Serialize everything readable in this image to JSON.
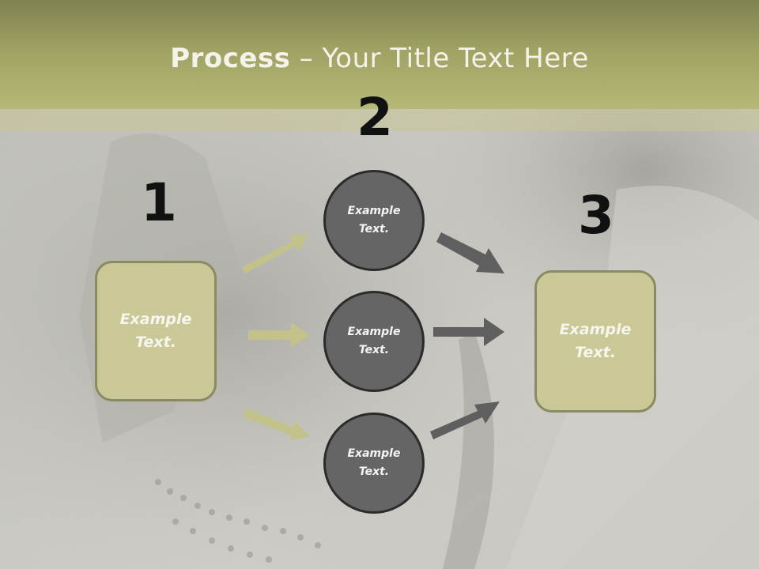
{
  "title": {
    "bold": "Process",
    "rest": " – Your Title Text Here"
  },
  "steps": {
    "one": "1",
    "two": "2",
    "three": "3"
  },
  "left_box": {
    "line1": "Example",
    "line2": "Text."
  },
  "right_box": {
    "line1": "Example",
    "line2": "Text."
  },
  "circles": [
    {
      "line1": "Example",
      "line2": "Text."
    },
    {
      "line1": "Example",
      "line2": "Text."
    },
    {
      "line1": "Example",
      "line2": "Text."
    }
  ],
  "colors": {
    "header": "#b6b878",
    "box_fill": "#c9c896",
    "circle_fill": "#656565",
    "left_arrows": "#c3c28a",
    "right_arrows": "#5f5f5f"
  }
}
